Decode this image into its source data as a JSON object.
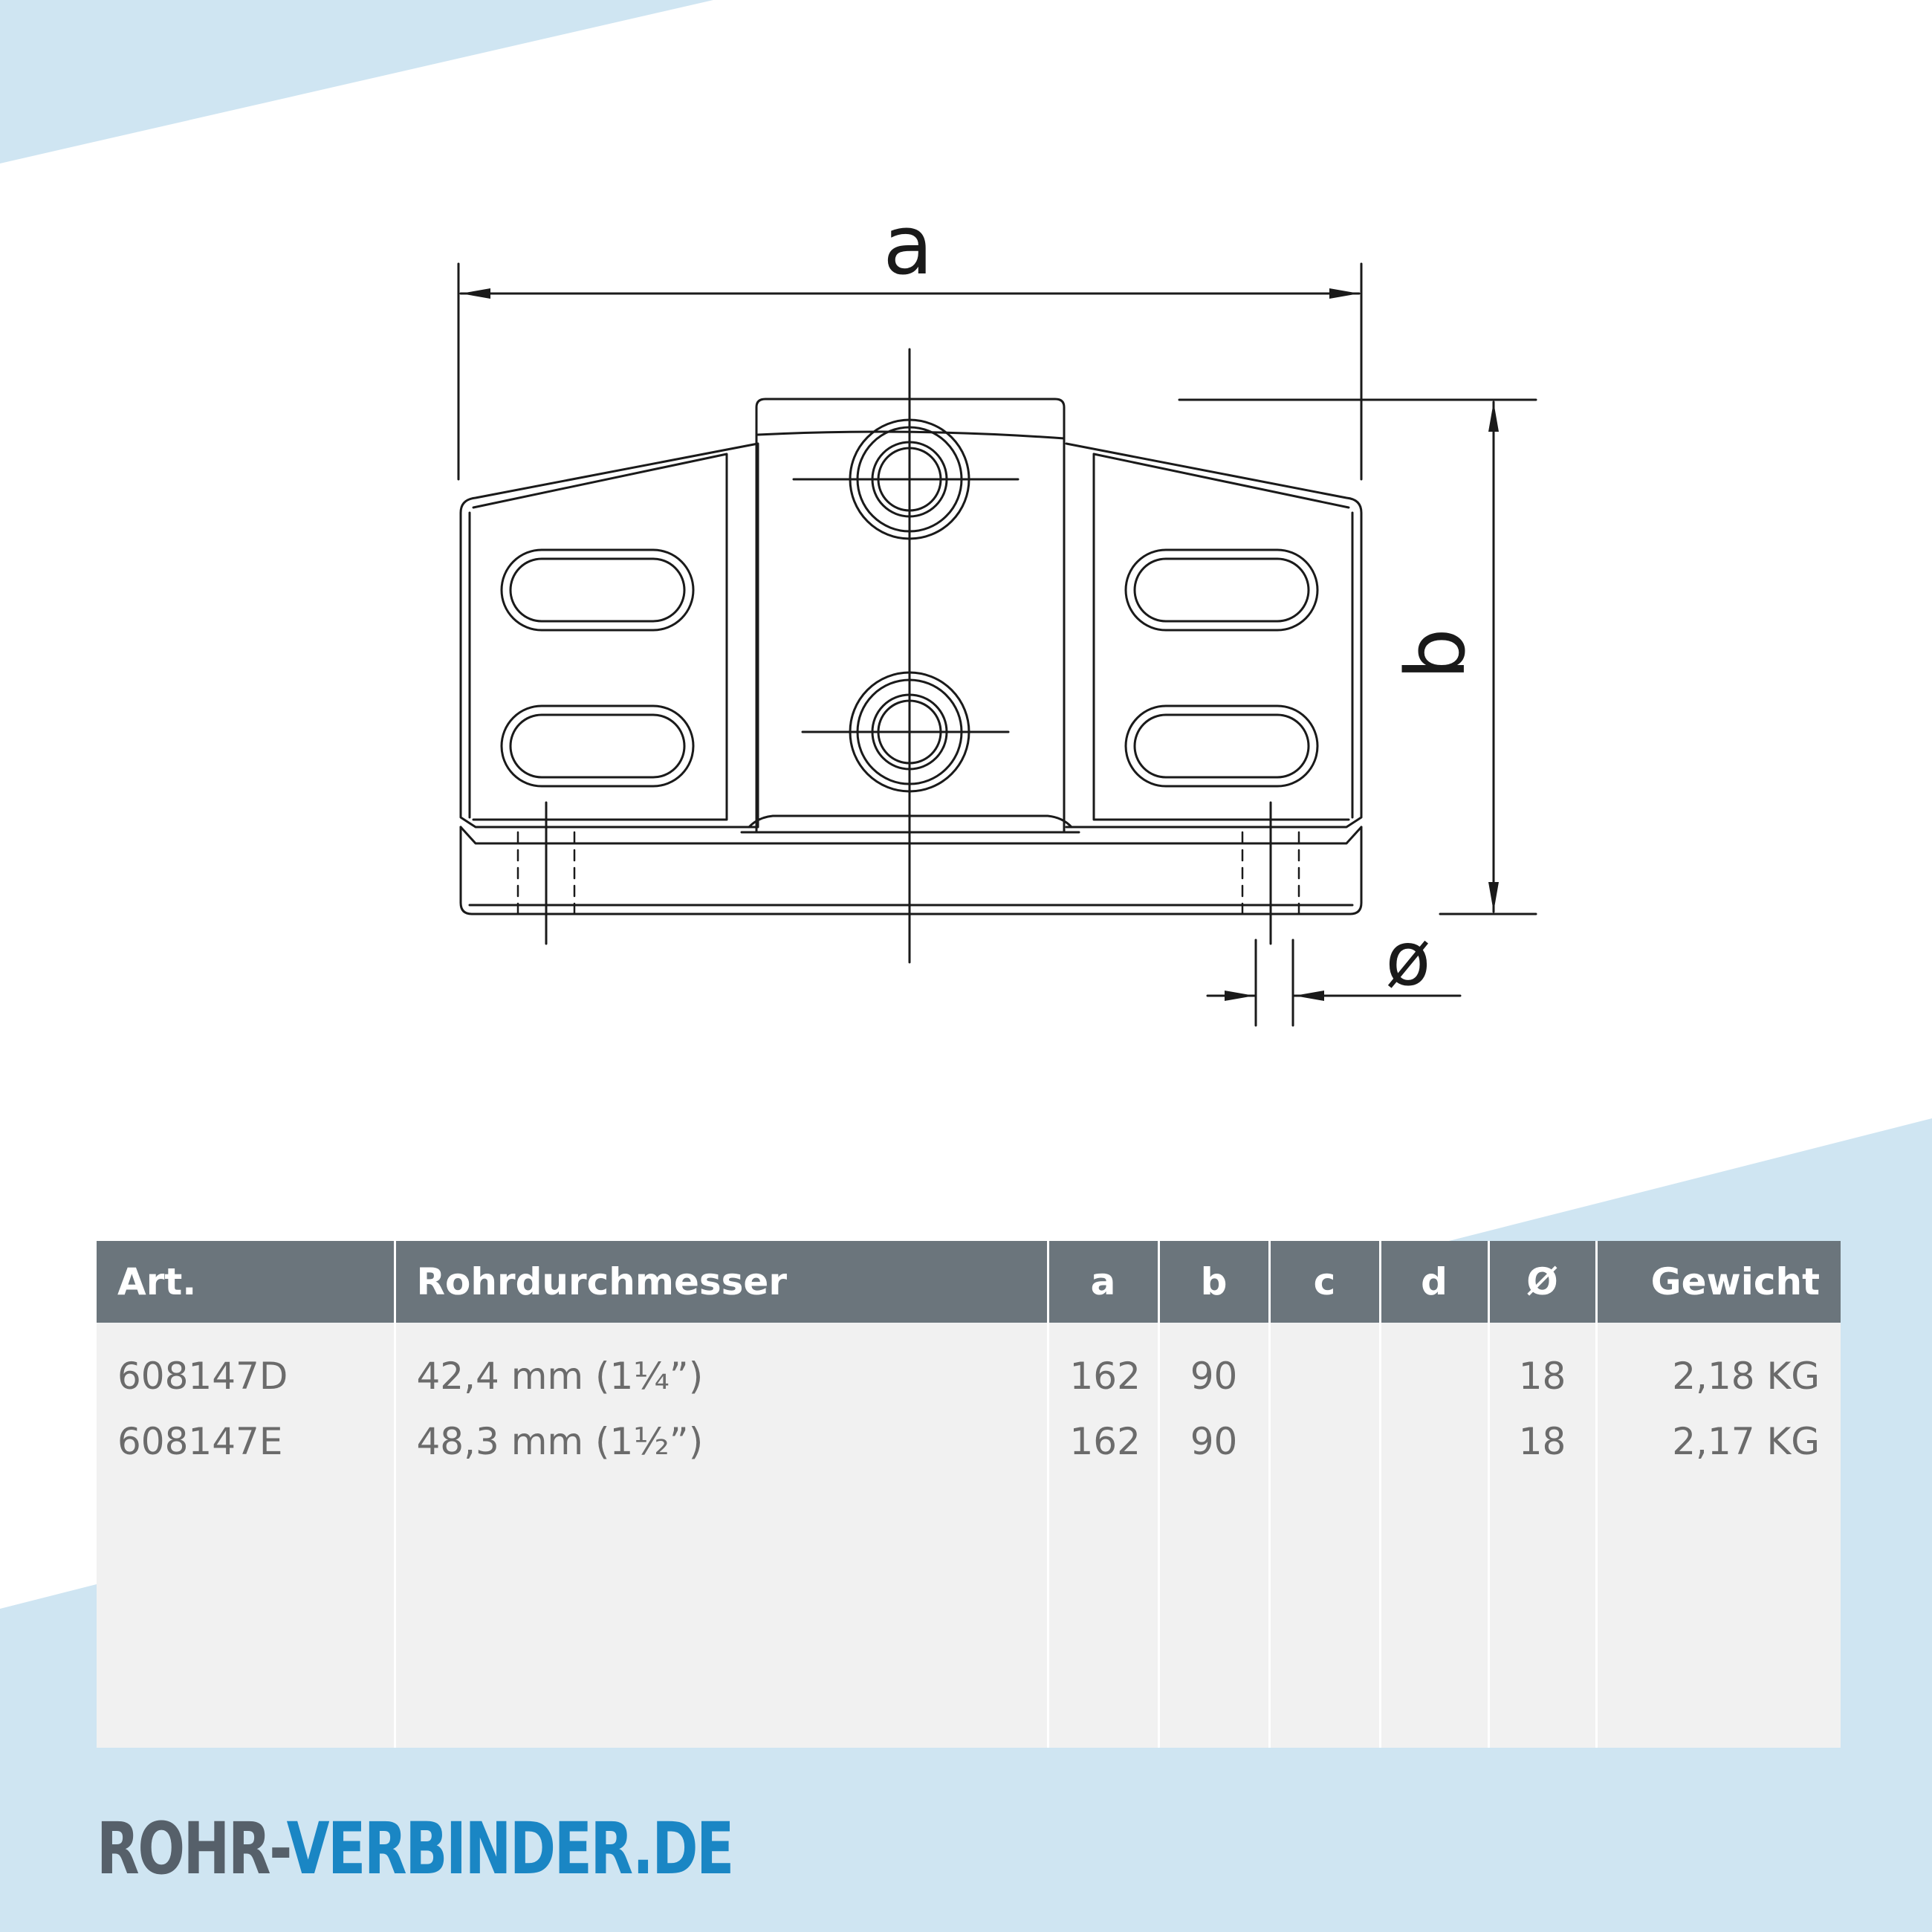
{
  "colors": {
    "band_light_blue": "#cfe5f2",
    "table_header": "#6b757c",
    "table_body": "#f1f1f1",
    "brand_dark": "#56606a",
    "brand_blue": "#1a86c4"
  },
  "drawing": {
    "dim_a_label": "a",
    "dim_b_label": "b",
    "dim_diameter_label": "ø"
  },
  "table": {
    "headers": {
      "art": "Art.",
      "rohrdurchmesser": "Rohrdurchmesser",
      "a": "a",
      "b": "b",
      "c": "c",
      "d": "d",
      "diameter": "Ø",
      "gewicht": "Gewicht"
    },
    "rows": [
      {
        "art": "608147D",
        "rohrdurchmesser": "42,4 mm (1¼”)",
        "a": "162",
        "b": "90",
        "c": "",
        "d": "",
        "diameter": "18",
        "gewicht": "2,18 KG"
      },
      {
        "art": "608147E",
        "rohrdurchmesser": "48,3 mm (1½”)",
        "a": "162",
        "b": "90",
        "c": "",
        "d": "",
        "diameter": "18",
        "gewicht": "2,17 KG"
      }
    ]
  },
  "brand": {
    "part1": "ROHR-",
    "part2": "VERBINDER.DE"
  }
}
